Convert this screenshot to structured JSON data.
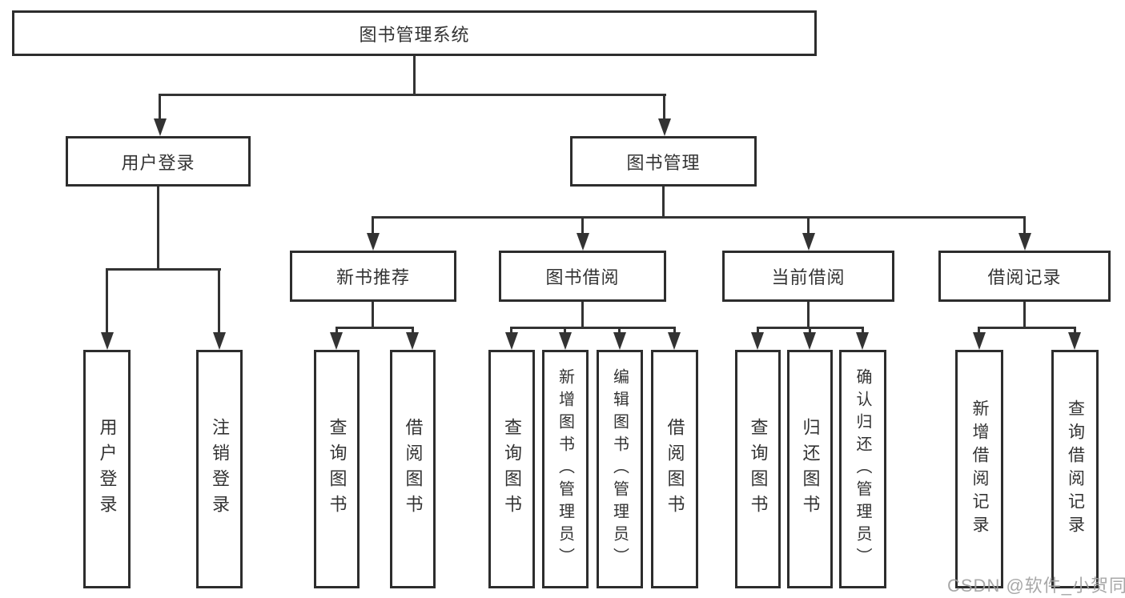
{
  "diagram": {
    "title": "图书管理系统",
    "level2": {
      "user_login": "用户登录",
      "book_management": "图书管理"
    },
    "level3": {
      "new_book_recommend": "新书推荐",
      "book_borrow": "图书借阅",
      "current_borrow": "当前借阅",
      "borrow_records": "借阅记录"
    },
    "leaves": {
      "user_login_leaf": "用户登录",
      "logout": "注销登录",
      "nb_query": "查询图书",
      "nb_borrow": "借阅图书",
      "bb_query": "查询图书",
      "bb_add": "新增图书（管理员）",
      "bb_edit": "编辑图书（管理员）",
      "bb_borrow": "借阅图书",
      "cb_query": "查询图书",
      "cb_return": "归还图书",
      "cb_confirm": "确认归还（管理员）",
      "br_add": "新增借阅记录",
      "br_query": "查询借阅记录"
    }
  },
  "watermark": "CSDN @软件_小贺同学"
}
